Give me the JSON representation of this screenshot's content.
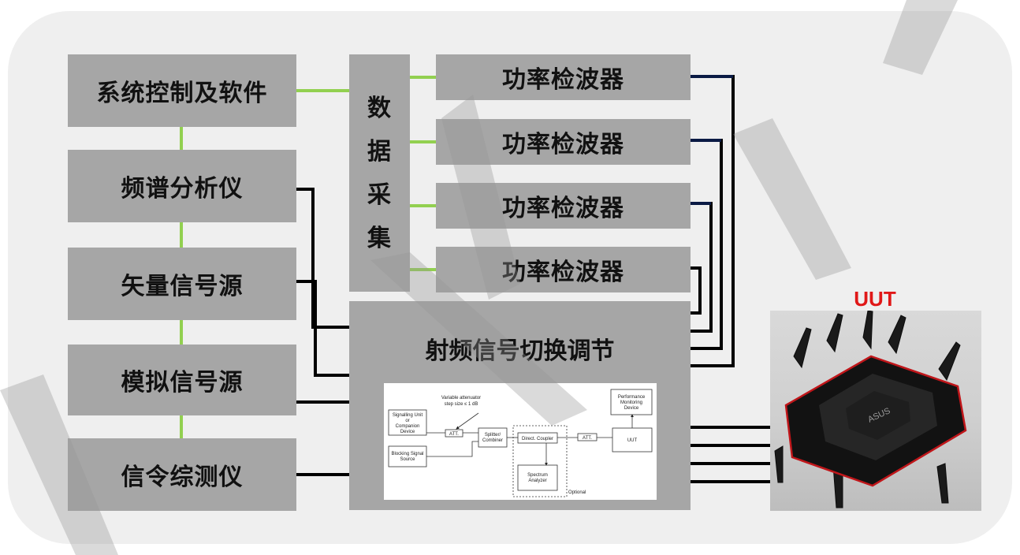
{
  "blocks": {
    "system_control": "系统控制及软件",
    "spectrum_analyzer": "频谱分析仪",
    "vector_signal_source": "矢量信号源",
    "analog_signal_source": "模拟信号源",
    "signaling_tester": "信令综测仪",
    "data_acquisition": [
      "数",
      "据",
      "采",
      "集"
    ],
    "power_detectors": [
      "功率检波器",
      "功率检波器",
      "功率检波器",
      "功率检波器"
    ],
    "rf_switching": "射频信号切换调节"
  },
  "inset": {
    "signalling_unit": [
      "Signalling Unit",
      "or",
      "Companion",
      "Device"
    ],
    "blocking_source": [
      "Blocking Signal",
      "Source"
    ],
    "attenuator_note": [
      "Variable attenuator",
      "step size ≤ 1 dB"
    ],
    "att1": "ATT.",
    "splitter": [
      "Splitter/",
      "Combiner"
    ],
    "coupler": "Direct. Coupler",
    "att2": "ATT.",
    "uut": "UUT",
    "performance": [
      "Performance",
      "Monitoring",
      "Device"
    ],
    "spectrum": [
      "Spectrum",
      "Analyzer"
    ],
    "optional": "Optional"
  },
  "uut_label": "UUT",
  "colors": {
    "panel": "#efefef",
    "block": "#a6a6a6",
    "green_link": "#92d050",
    "navy_link": "#0a1a44",
    "black_link": "#000000",
    "uut_label": "#e01818"
  }
}
